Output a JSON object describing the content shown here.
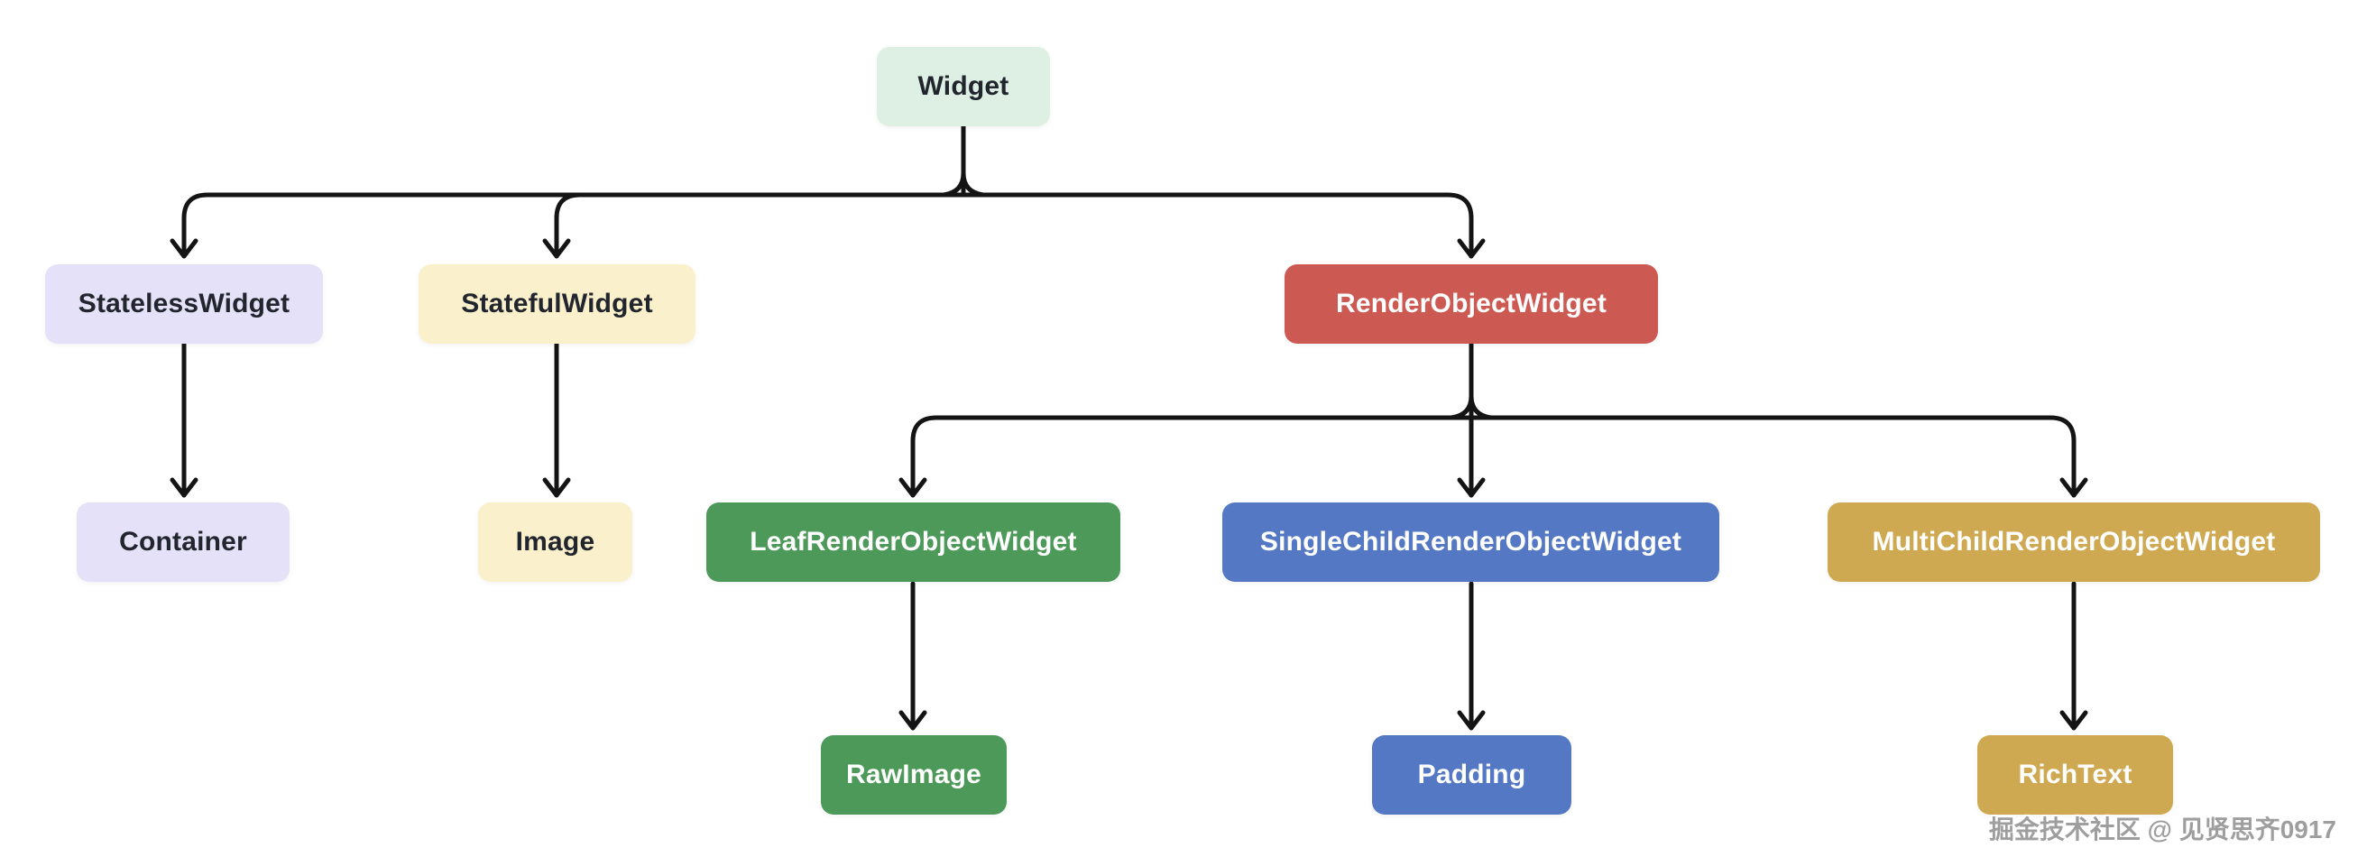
{
  "diagram": {
    "type": "tree",
    "description": "Flutter widget class hierarchy",
    "nodes": [
      {
        "id": "widget",
        "label": "Widget",
        "theme": "mint",
        "level": 1
      },
      {
        "id": "stateless-widget",
        "label": "StatelessWidget",
        "theme": "lavender",
        "level": 2
      },
      {
        "id": "stateful-widget",
        "label": "StatefulWidget",
        "theme": "cream",
        "level": 2
      },
      {
        "id": "render-object-widget",
        "label": "RenderObjectWidget",
        "theme": "red",
        "level": 2
      },
      {
        "id": "container",
        "label": "Container",
        "theme": "lavender",
        "level": 3
      },
      {
        "id": "image",
        "label": "Image",
        "theme": "cream",
        "level": 3
      },
      {
        "id": "leaf-render-object-widget",
        "label": "LeafRenderObjectWidget",
        "theme": "green",
        "level": 3
      },
      {
        "id": "single-child-render-object-widget",
        "label": "SingleChildRenderObjectWidget",
        "theme": "blue",
        "level": 3
      },
      {
        "id": "multi-child-render-object-widget",
        "label": "MultiChildRenderObjectWidget",
        "theme": "gold",
        "level": 3
      },
      {
        "id": "raw-image",
        "label": "RawImage",
        "theme": "green",
        "level": 4
      },
      {
        "id": "padding",
        "label": "Padding",
        "theme": "blue",
        "level": 4
      },
      {
        "id": "rich-text",
        "label": "RichText",
        "theme": "gold",
        "level": 4
      }
    ],
    "edges": [
      {
        "from": "Widget",
        "to": "StatelessWidget"
      },
      {
        "from": "Widget",
        "to": "StatefulWidget"
      },
      {
        "from": "Widget",
        "to": "RenderObjectWidget"
      },
      {
        "from": "StatelessWidget",
        "to": "Container"
      },
      {
        "from": "StatefulWidget",
        "to": "Image"
      },
      {
        "from": "RenderObjectWidget",
        "to": "LeafRenderObjectWidget"
      },
      {
        "from": "RenderObjectWidget",
        "to": "SingleChildRenderObjectWidget"
      },
      {
        "from": "RenderObjectWidget",
        "to": "MultiChildRenderObjectWidget"
      },
      {
        "from": "LeafRenderObjectWidget",
        "to": "RawImage"
      },
      {
        "from": "SingleChildRenderObjectWidget",
        "to": "Padding"
      },
      {
        "from": "MultiChildRenderObjectWidget",
        "to": "RichText"
      }
    ]
  },
  "colors": {
    "mint_bg": "#def0e3",
    "lavender_bg": "#e5e1f8",
    "cream_bg": "#fbf0cc",
    "red_bg": "#cd5a52",
    "green_bg": "#4d9959",
    "blue_bg": "#5478c4",
    "gold_bg": "#cea952",
    "dark_text": "#21252d",
    "light_text": "#ffffff",
    "line": "#141414",
    "watermark_text": "#9e9e9e"
  },
  "watermark": {
    "text": "掘金技术社区 @ 见贤思齐0917"
  }
}
